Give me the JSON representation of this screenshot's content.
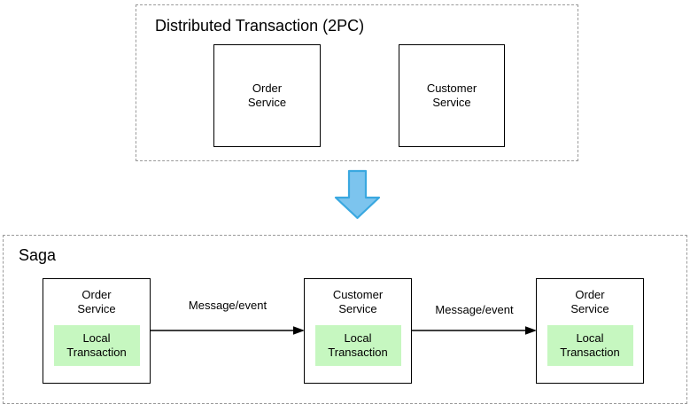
{
  "diagram": {
    "title_visible": false,
    "groups": [
      {
        "id": "2pc",
        "label": "Distributed Transaction (2PC)",
        "nodes": [
          {
            "label": "Order\nService"
          },
          {
            "label": "Customer\nService"
          }
        ]
      },
      {
        "id": "saga",
        "label": "Saga",
        "nodes": [
          {
            "label": "Order\nService",
            "inner_label": "Local\nTransaction"
          },
          {
            "label": "Customer\nService",
            "inner_label": "Local\nTransaction"
          },
          {
            "label": "Order\nService",
            "inner_label": "Local\nTransaction"
          }
        ],
        "edges": [
          {
            "label": "Message/event",
            "from": "Order Service",
            "to": "Customer Service"
          },
          {
            "label": "Message/event",
            "from": "Customer Service",
            "to": "Order Service"
          }
        ]
      }
    ],
    "transition_arrow": {
      "icon": "down-arrow-icon",
      "direction": "down"
    },
    "colors": {
      "local_transaction_fill": "#c6f7c0",
      "arrow_fill": "#7cc4ee",
      "arrow_stroke": "#3aa8e0",
      "group_border": "#9a9a9a",
      "node_border": "#000000",
      "text": "#000000",
      "background": "#ffffff"
    }
  }
}
